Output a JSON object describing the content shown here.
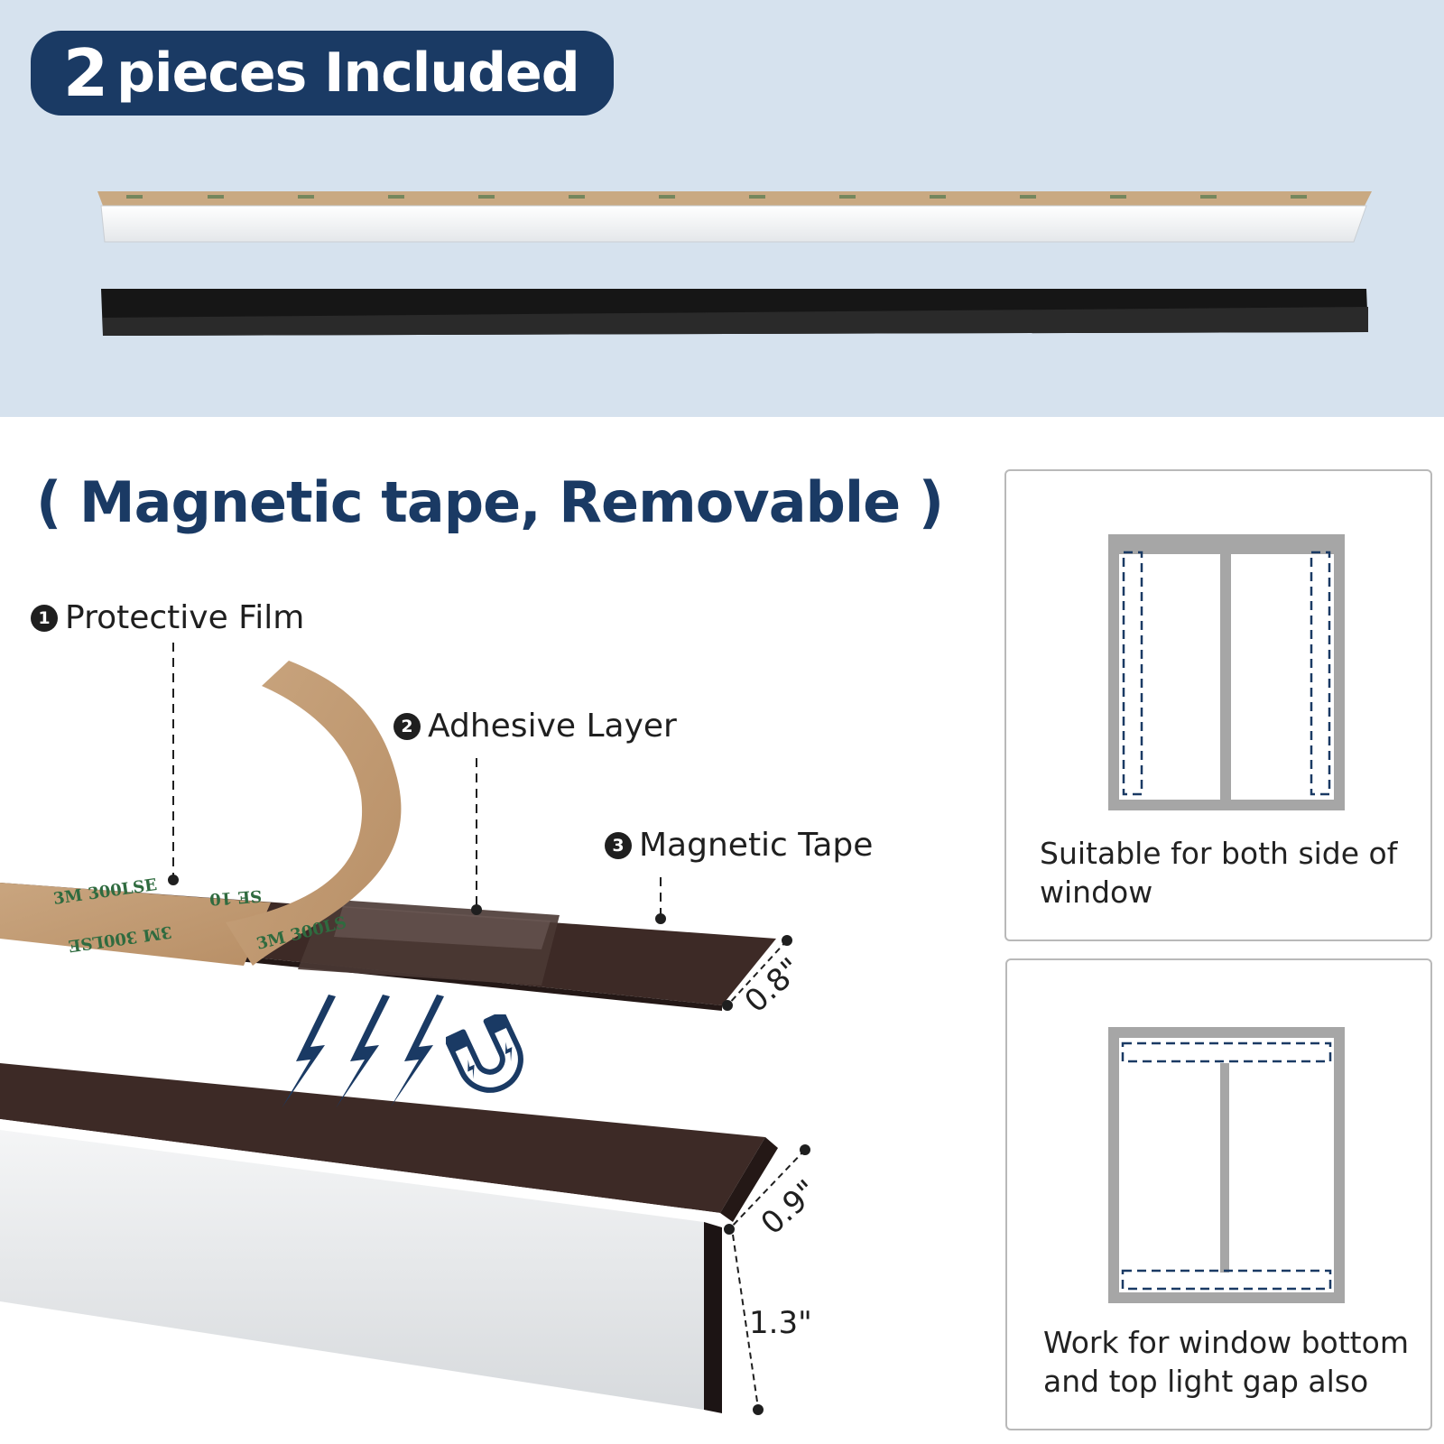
{
  "banner": {
    "count": "2",
    "label": "pieces Included"
  },
  "headline": "( Magnetic tape, Removable )",
  "callouts": [
    {
      "badge": "1",
      "label": "Protective Film"
    },
    {
      "badge": "2",
      "label": "Adhesive Layer"
    },
    {
      "badge": "3",
      "label": "Magnetic Tape"
    }
  ],
  "dimensions": {
    "tape_width": "0.8\"",
    "strip_width": "0.9\"",
    "strip_height": "1.3\""
  },
  "cards": [
    {
      "text_line1": "Suitable for both side of",
      "text_line2": "window"
    },
    {
      "text_line1": "Work for window bottom",
      "text_line2": "and top light gap also"
    }
  ],
  "colors": {
    "brand_navy": "#1a3a64",
    "band_bg": "#d6e2ee",
    "magnet_brown": "#3b2623",
    "kraft": "#c4a27c"
  },
  "icons": [
    "lightning-icon",
    "magnet-icon"
  ]
}
